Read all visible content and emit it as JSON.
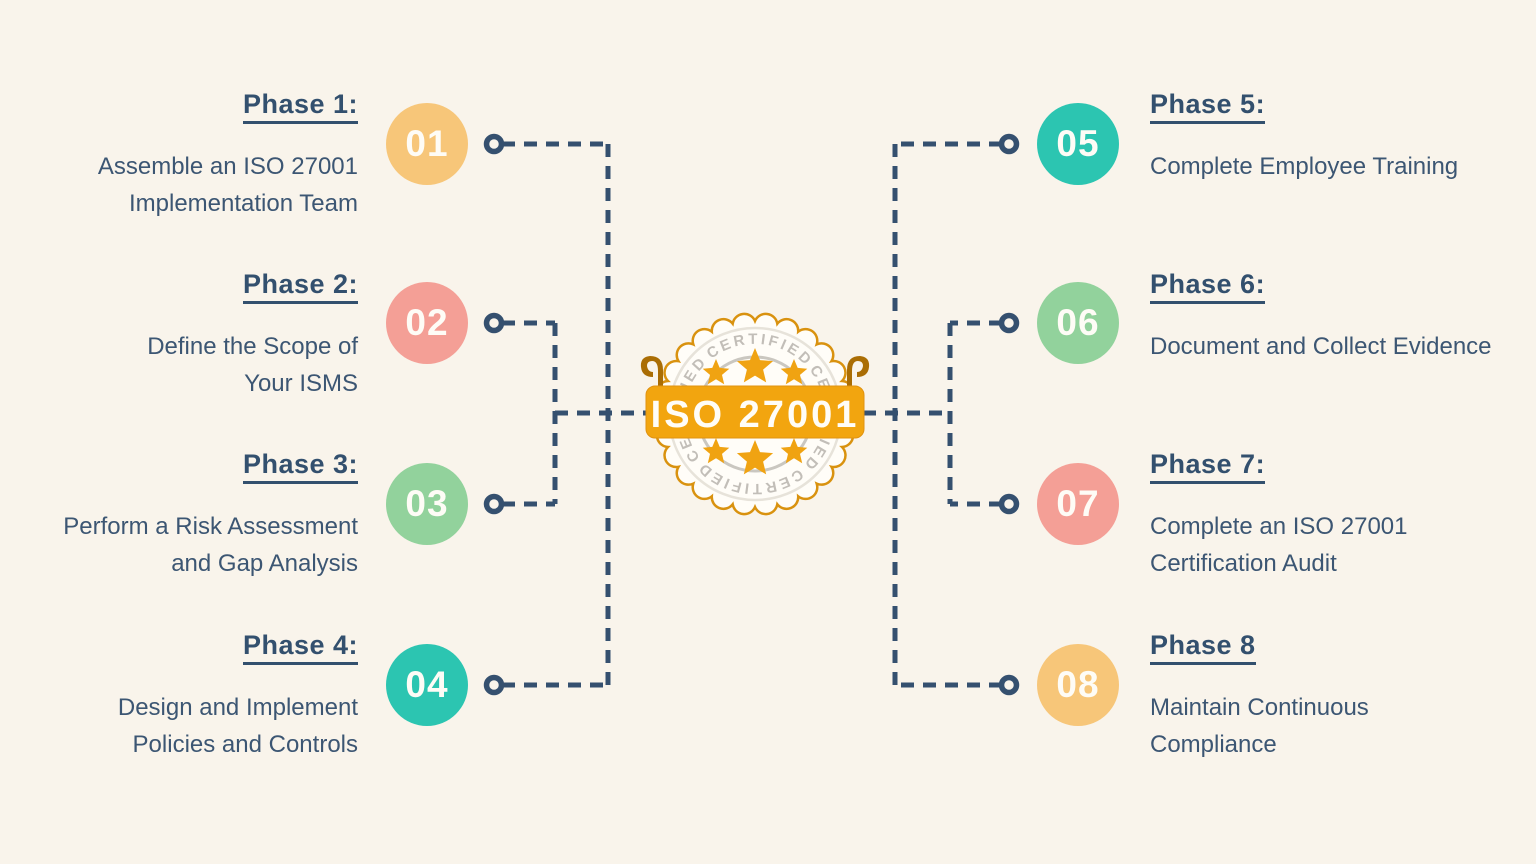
{
  "badge": {
    "title": "ISO 27001",
    "ring_text": "CERTIFIED"
  },
  "palette": {
    "background": "#f9f4eb",
    "connector_navy": "#35506f",
    "heading_navy": "#33506e",
    "body_navy": "#3c5673",
    "seal_orange": "#d9920f",
    "ribbon_orange": "#f2a50f",
    "circle_orange": "#f7c679",
    "circle_salmon": "#f49f96",
    "circle_green": "#92d29c",
    "circle_teal": "#2cc5b1"
  },
  "phases": [
    {
      "number": "01",
      "heading": "Phase 1:",
      "lines": [
        "Assemble an ISO 27001",
        "Implementation Team"
      ],
      "color": "#f7c679",
      "side": "left"
    },
    {
      "number": "02",
      "heading": "Phase 2:",
      "lines": [
        "Define the Scope of",
        "Your ISMS"
      ],
      "color": "#f49f96",
      "side": "left"
    },
    {
      "number": "03",
      "heading": "Phase 3:",
      "lines": [
        "Perform a Risk Assessment",
        "and Gap Analysis"
      ],
      "color": "#92d29c",
      "side": "left"
    },
    {
      "number": "04",
      "heading": "Phase 4:",
      "lines": [
        "Design and Implement",
        "Policies and Controls"
      ],
      "color": "#2cc5b1",
      "side": "left"
    },
    {
      "number": "05",
      "heading": "Phase 5:",
      "lines": [
        "Complete Employee Training",
        ""
      ],
      "color": "#2cc5b1",
      "side": "right"
    },
    {
      "number": "06",
      "heading": "Phase 6:",
      "lines": [
        "Document and Collect Evidence",
        ""
      ],
      "color": "#92d29c",
      "side": "right"
    },
    {
      "number": "07",
      "heading": "Phase 7:",
      "lines": [
        "Complete an ISO 27001",
        "Certification Audit"
      ],
      "color": "#f49f96",
      "side": "right"
    },
    {
      "number": "08",
      "heading": "Phase 8",
      "lines": [
        "Maintain Continuous",
        "Compliance"
      ],
      "color": "#f7c679",
      "side": "right"
    }
  ]
}
